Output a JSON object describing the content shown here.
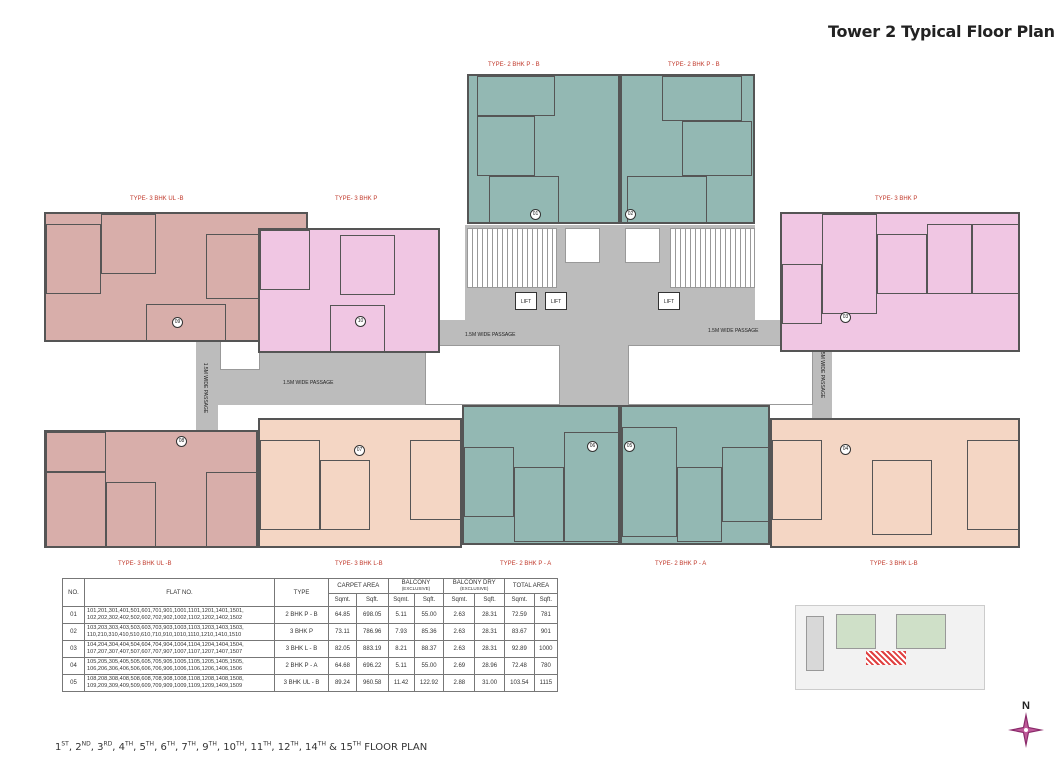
{
  "title": "Tower 2 Typical Floor Plan",
  "unit_labels": {
    "top_left_2bhk": "TYPE- 2 BHK  P - B",
    "top_right_2bhk": "TYPE- 2 BHK  P - B",
    "ul_b_top": "TYPE- 3 BHK UL -B",
    "p_left": "TYPE- 3 BHK P",
    "p_right": "TYPE- 3 BHK P",
    "ul_b_bottom": "TYPE- 3 BHK UL -B",
    "lb_left": "TYPE- 3 BHK L-B",
    "pa_left": "TYPE- 2 BHK  P - A",
    "pa_right": "TYPE- 2 BHK  P - A",
    "lb_right": "TYPE- 3 BHK L-B"
  },
  "passages": [
    "1.5M WIDE PASSAGE",
    "1.5M WIDE PASSAGE",
    "1.5M WIDE PASSAGE",
    "1.5M WIDE PASSAGE",
    "1.5M WIDE PASSAGE"
  ],
  "lift": "LIFT",
  "unit_numbers": [
    "01",
    "02",
    "03",
    "04",
    "05",
    "06",
    "07",
    "08",
    "09",
    "10"
  ],
  "colors": {
    "2bhk": "#93b8b3",
    "3bhk_ul": "#d8aeaa",
    "3bhk_p": "#f0c6e3",
    "3bhk_l": "#f4d6c4",
    "core": "#bcbcbc",
    "label": "#c0392b"
  },
  "table": {
    "headers": {
      "no": "NO.",
      "flat": "FLAT NO.",
      "type": "TYPE",
      "carpet": "CARPET AREA",
      "balcony": "BALCONY",
      "balcony_sub": "(EXCLUSIVE)",
      "dry": "BALCONY DRY",
      "dry_sub": "(EXCLUSIVE)",
      "total": "TOTAL AREA",
      "sqmt": "Sqmt.",
      "sqft": "Sqft."
    },
    "rows": [
      {
        "no": "01",
        "flats": "101,201,301,401,501,601,701,901,1001,1101,1201,1401,1501,\n102,202,302,402,502,602,702,902,1002,1102,1202,1402,1502",
        "type": "2 BHK P - B",
        "c_m": "64.85",
        "c_f": "698.05",
        "b_m": "5.11",
        "b_f": "55.00",
        "d_m": "2.63",
        "d_f": "28.31",
        "t_m": "72.59",
        "t_f": "781"
      },
      {
        "no": "02",
        "flats": "103,203,303,403,503,603,703,903,1003,1103,1203,1403,1503,\n110,210,310,410,510,610,710,910,1010,1110,1210,1410,1510",
        "type": "3 BHK P",
        "c_m": "73.11",
        "c_f": "786.96",
        "b_m": "7.93",
        "b_f": "85.36",
        "d_m": "2.63",
        "d_f": "28.31",
        "t_m": "83.67",
        "t_f": "901"
      },
      {
        "no": "03",
        "flats": "104,204,304,404,504,604,704,904,1004,1104,1204,1404,1504,\n107,207,307,407,507,607,707,907,1007,1107,1207,1407,1507",
        "type": "3 BHK L - B",
        "c_m": "82.05",
        "c_f": "883.19",
        "b_m": "8.21",
        "b_f": "88.37",
        "d_m": "2.63",
        "d_f": "28.31",
        "t_m": "92.89",
        "t_f": "1000"
      },
      {
        "no": "04",
        "flats": "105,205,305,405,505,605,705,905,1005,1105,1205,1405,1505,\n106,206,306,406,506,606,706,906,1006,1106,1206,1406,1506",
        "type": "2 BHK P - A",
        "c_m": "64.68",
        "c_f": "696.22",
        "b_m": "5.11",
        "b_f": "55.00",
        "d_m": "2.69",
        "d_f": "28.96",
        "t_m": "72.48",
        "t_f": "780"
      },
      {
        "no": "05",
        "flats": "108,208,308,408,508,608,708,908,1008,1108,1208,1408,1508,\n109,209,309,409,509,609,709,909,1009,1109,1209,1409,1509",
        "type": "3 BHK UL - B",
        "c_m": "89.24",
        "c_f": "960.58",
        "b_m": "11.42",
        "b_f": "122.92",
        "d_m": "2.88",
        "d_f": "31.00",
        "t_m": "103.54",
        "t_f": "1115"
      }
    ]
  },
  "footer": {
    "parts": [
      [
        "1",
        "ST"
      ],
      [
        "2",
        "ND"
      ],
      [
        "3",
        "RD"
      ],
      [
        "4",
        "TH"
      ],
      [
        "5",
        "TH"
      ],
      [
        "6",
        "TH"
      ],
      [
        "7",
        "TH"
      ],
      [
        "9",
        "TH"
      ],
      [
        "10",
        "TH"
      ],
      [
        "11",
        "TH"
      ],
      [
        "12",
        "TH"
      ],
      [
        "14",
        "TH"
      ]
    ],
    "last": "15",
    "last_sup": "TH",
    "suffix": "FLOOR PLAN"
  },
  "compass": "N"
}
